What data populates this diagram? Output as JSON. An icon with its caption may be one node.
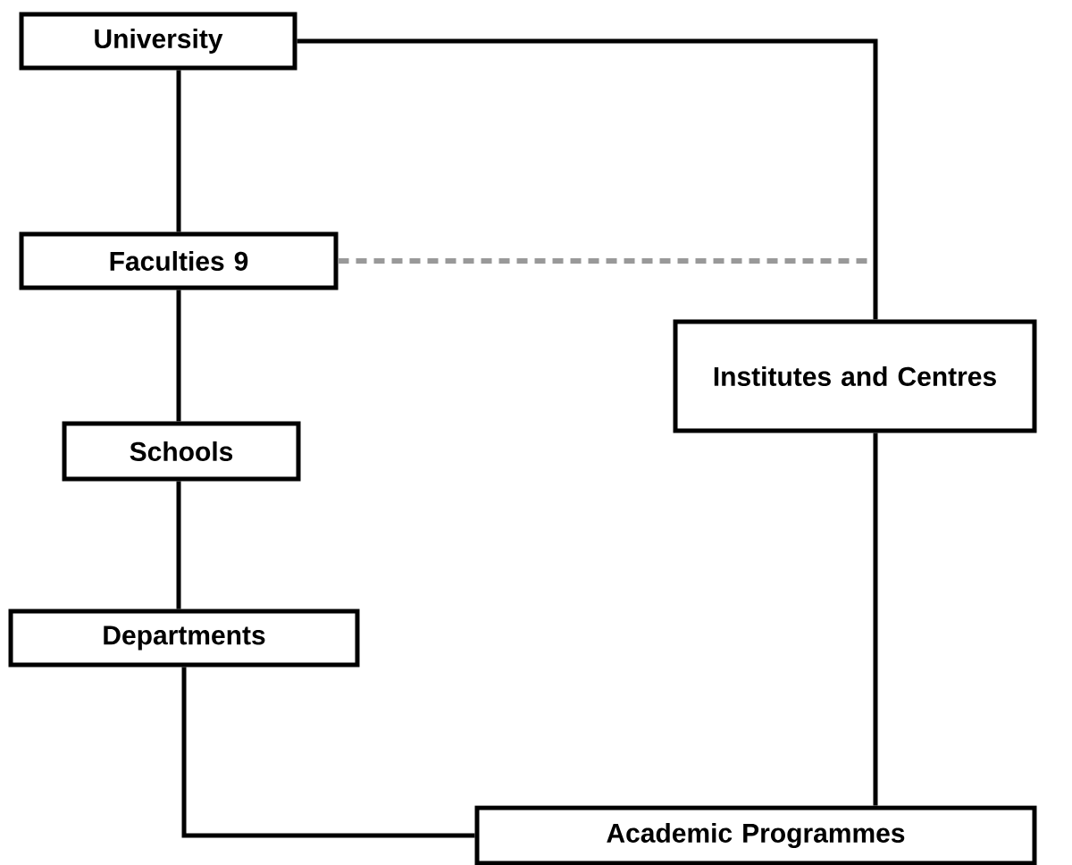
{
  "diagram": {
    "nodes": [
      {
        "text": [
          "University"
        ]
      },
      {
        "text": [
          "Faculties 9"
        ]
      },
      {
        "text": [
          "Schools"
        ]
      },
      {
        "text": [
          "Departments"
        ]
      },
      {
        "text": [
          "Institutes and Centres"
        ]
      },
      {
        "text": [
          "Academic Programmes"
        ]
      }
    ],
    "edges": [
      {
        "from": 0,
        "to": 1,
        "arrow": "none"
      },
      {
        "from": 1,
        "to": 2,
        "arrow": "none"
      },
      {
        "from": 2,
        "to": 3,
        "arrow": "none"
      },
      {
        "from": 3,
        "to": 5,
        "arrow": "none"
      },
      {
        "from": 0,
        "to": 4,
        "arrow": "none"
      },
      {
        "from": 4,
        "to": 5,
        "arrow": "none"
      },
      {
        "from": 1,
        "to": null,
        "arrow": "none",
        "style": "dashed",
        "color": "#999999"
      }
    ]
  }
}
